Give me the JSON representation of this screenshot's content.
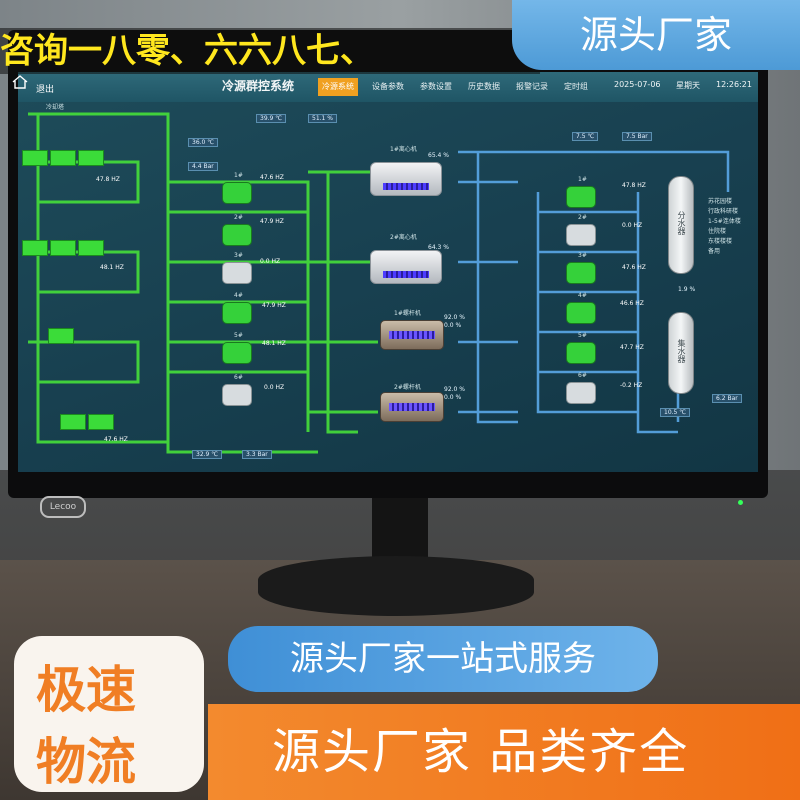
{
  "overlay": {
    "headline": "咨询一八零、六六八七、",
    "badge": "源头厂家",
    "slogan": "源头厂家一站式服务",
    "logistics_line1": "极速",
    "logistics_line2": "物流",
    "bottom_text": "源头厂家  品类齐全"
  },
  "monitor": {
    "logo": "Lecoo"
  },
  "screen": {
    "exit_label": "退出",
    "title": "冷源群控系统",
    "nav_tabs": [
      {
        "label": "冷源系统",
        "active": true
      },
      {
        "label": "设备参数",
        "active": false
      },
      {
        "label": "参数设置",
        "active": false
      },
      {
        "label": "历史数据",
        "active": false
      },
      {
        "label": "报警记录",
        "active": false
      },
      {
        "label": "定时组",
        "active": false
      }
    ],
    "date": "2025-07-06",
    "weekday": "星期天",
    "time": "12:26:21",
    "cooling_tower_label": "冷却塔",
    "outdoor_temp": "39.9 ℃",
    "outdoor_humidity": "51.1 %",
    "cw_supply_temp": "36.0 ℃",
    "cw_supply_pressure": "4.4 Bar",
    "cw_return_temp": "32.9 ℃",
    "cw_return_pressure": "3.3 Bar",
    "chw_supply_temp": "7.5 ℃",
    "chw_supply_pressure": "7.5 Bar",
    "chw_return_temp": "10.5 ℃",
    "chw_return_pressure": "6.2 Bar",
    "tower_hz": [
      "47.8 HZ",
      "48.1 HZ",
      "47.6 HZ"
    ],
    "cw_pumps": [
      {
        "name": "1#",
        "hz": "47.6 HZ",
        "on": true
      },
      {
        "name": "2#",
        "hz": "47.9 HZ",
        "on": true
      },
      {
        "name": "3#",
        "hz": "0.0 HZ",
        "on": false
      },
      {
        "name": "4#",
        "hz": "47.9 HZ",
        "on": true
      },
      {
        "name": "5#",
        "hz": "48.1 HZ",
        "on": true
      },
      {
        "name": "6#",
        "hz": "0.0 HZ",
        "on": false
      }
    ],
    "chillers": [
      {
        "name": "1#离心机",
        "load": "65.4 %"
      },
      {
        "name": "2#离心机",
        "load": "64.3 %"
      },
      {
        "name": "1#螺杆机",
        "load": "92.0 %",
        "load2": "0.0 %"
      },
      {
        "name": "2#螺杆机",
        "load": "92.0 %",
        "load2": "0.0 %"
      }
    ],
    "chw_pumps": [
      {
        "name": "1#",
        "hz": "47.8 HZ",
        "on": true
      },
      {
        "name": "2#",
        "hz": "0.0 HZ",
        "on": false
      },
      {
        "name": "3#",
        "hz": "47.6 HZ",
        "on": true
      },
      {
        "name": "4#",
        "hz": "46.6 HZ",
        "on": true
      },
      {
        "name": "5#",
        "hz": "47.7 HZ",
        "on": true
      },
      {
        "name": "6#",
        "hz": "-0.2 HZ",
        "on": false
      }
    ],
    "supply_header": "分水器",
    "return_header": "集水器",
    "bypass_pct": "1.9 %",
    "branches": [
      "苏花园楼",
      "行政科研楼",
      "1-5#连体楼",
      "住院楼",
      "东楼楼楼",
      "备用"
    ]
  }
}
